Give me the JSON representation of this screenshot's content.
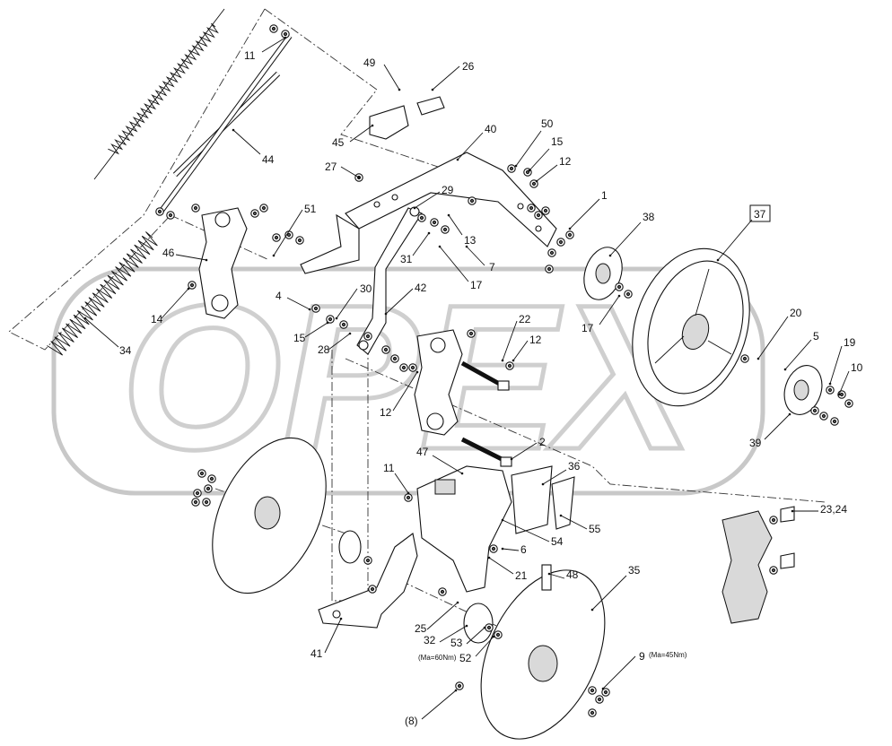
{
  "diagram": {
    "watermark": "OPEX",
    "corner_mark": "",
    "callouts": [
      {
        "id": "c11a",
        "text": "11"
      },
      {
        "id": "c44",
        "text": "44"
      },
      {
        "id": "c49",
        "text": "49"
      },
      {
        "id": "c26",
        "text": "26"
      },
      {
        "id": "c45",
        "text": "45"
      },
      {
        "id": "c40",
        "text": "40"
      },
      {
        "id": "c50",
        "text": "50"
      },
      {
        "id": "c15a",
        "text": "15"
      },
      {
        "id": "c12a",
        "text": "12"
      },
      {
        "id": "c27",
        "text": "27"
      },
      {
        "id": "c29",
        "text": "29"
      },
      {
        "id": "c1",
        "text": "1"
      },
      {
        "id": "c38",
        "text": "38"
      },
      {
        "id": "c37",
        "text": "37"
      },
      {
        "id": "c51",
        "text": "51"
      },
      {
        "id": "c13",
        "text": "13"
      },
      {
        "id": "c31",
        "text": "31"
      },
      {
        "id": "c7",
        "text": "7"
      },
      {
        "id": "c46",
        "text": "46"
      },
      {
        "id": "c17a",
        "text": "17"
      },
      {
        "id": "c30",
        "text": "30"
      },
      {
        "id": "c42",
        "text": "42"
      },
      {
        "id": "c4",
        "text": "4"
      },
      {
        "id": "c14",
        "text": "14"
      },
      {
        "id": "c17b",
        "text": "17"
      },
      {
        "id": "c20",
        "text": "20"
      },
      {
        "id": "c22",
        "text": "22"
      },
      {
        "id": "c15b",
        "text": "15"
      },
      {
        "id": "c28",
        "text": "28"
      },
      {
        "id": "c12b",
        "text": "12"
      },
      {
        "id": "c5",
        "text": "5"
      },
      {
        "id": "c19",
        "text": "19"
      },
      {
        "id": "c10",
        "text": "10"
      },
      {
        "id": "c34",
        "text": "34"
      },
      {
        "id": "c12c",
        "text": "12"
      },
      {
        "id": "c39",
        "text": "39"
      },
      {
        "id": "c2",
        "text": "2"
      },
      {
        "id": "c47",
        "text": "47"
      },
      {
        "id": "c11b",
        "text": "11"
      },
      {
        "id": "c36",
        "text": "36"
      },
      {
        "id": "c55",
        "text": "55"
      },
      {
        "id": "c54",
        "text": "54"
      },
      {
        "id": "c6",
        "text": "6"
      },
      {
        "id": "c21",
        "text": "21"
      },
      {
        "id": "c23",
        "text": "23,24"
      },
      {
        "id": "c48",
        "text": "48"
      },
      {
        "id": "c35",
        "text": "35"
      },
      {
        "id": "c25",
        "text": "25"
      },
      {
        "id": "c32",
        "text": "32"
      },
      {
        "id": "c53",
        "text": "53"
      },
      {
        "id": "c52",
        "text": "52"
      },
      {
        "id": "c41",
        "text": "41"
      },
      {
        "id": "c9",
        "text": "9"
      },
      {
        "id": "c8",
        "text": "(8)"
      }
    ],
    "torque_notes": {
      "c52": "(Ma=60Nm)",
      "c9": "(Ma=45Nm)"
    }
  }
}
